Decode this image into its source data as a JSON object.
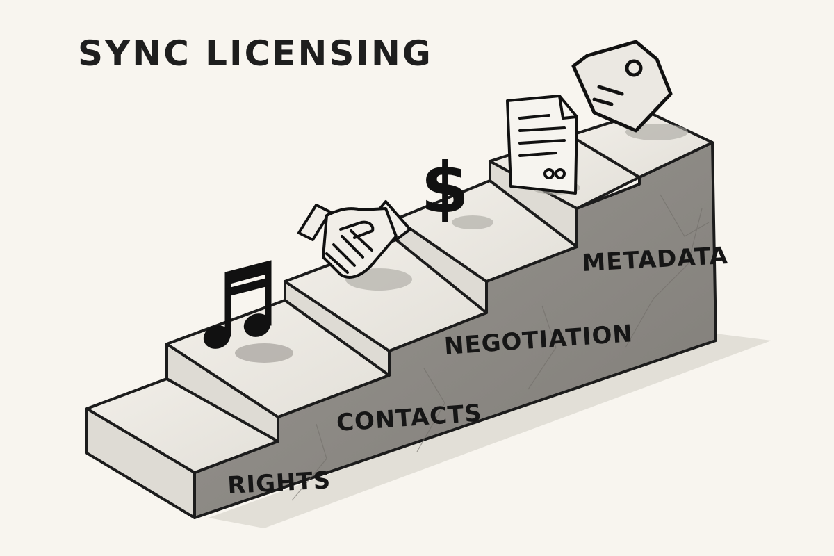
{
  "title": "SYNC LICENSING",
  "steps": [
    {
      "label": "RIGHTS",
      "icon": "music-note-icon"
    },
    {
      "label": "CONTACTS",
      "icon": "handshake-icon"
    },
    {
      "label": "NEGOTIATION",
      "icon": "dollar-icon"
    },
    {
      "label": "METADATA",
      "icon": "document-icon"
    }
  ],
  "top_icon": "tag-icon",
  "colors": {
    "background": "#f8f5ef",
    "tread": "#ece9e2",
    "riser": "#dcd9d2",
    "side_wall": "#8f8c87",
    "ink": "#161616"
  }
}
